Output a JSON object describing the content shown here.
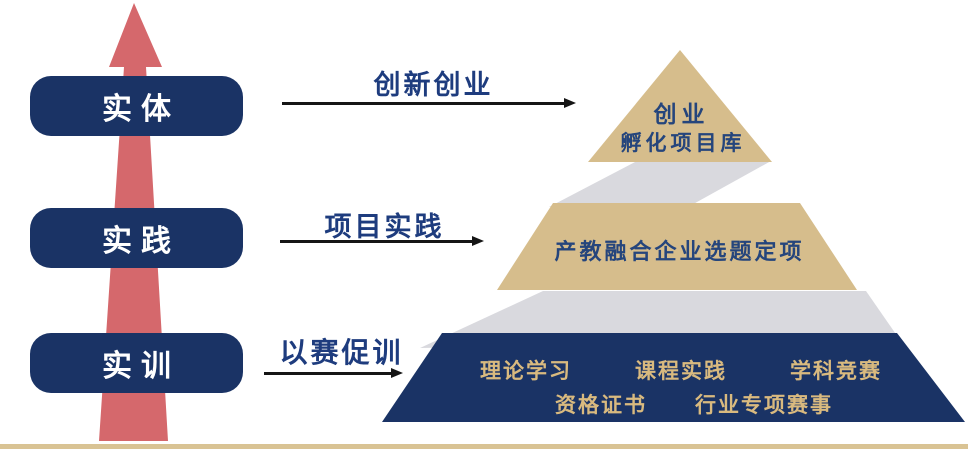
{
  "ladder": {
    "levels": [
      {
        "label": "实体"
      },
      {
        "label": "实践"
      },
      {
        "label": "实训"
      }
    ]
  },
  "flow_arrows": [
    {
      "label": "创新创业"
    },
    {
      "label": "项目实践"
    },
    {
      "label": "以赛促训"
    }
  ],
  "pyramid": {
    "tier1": {
      "line1": "创业",
      "line2": "孵化项目库"
    },
    "tier2": {
      "label": "产教融合企业选题定项"
    },
    "tier3": {
      "row1": [
        "理论学习",
        "课程实践",
        "学科竞赛"
      ],
      "row2": [
        "资格证书",
        "行业专项赛事"
      ]
    }
  },
  "colors": {
    "navy": "#1a3365",
    "label_navy": "#1e3c7e",
    "tier_text_navy": "#25457c",
    "tan": "#d6bd8c",
    "shadow_gray": "#d9d9de",
    "arrow_red": "#d5686c",
    "gold_text": "#d9ba7f",
    "baseline_tan": "#d9c394",
    "black_arrow": "#151515"
  }
}
